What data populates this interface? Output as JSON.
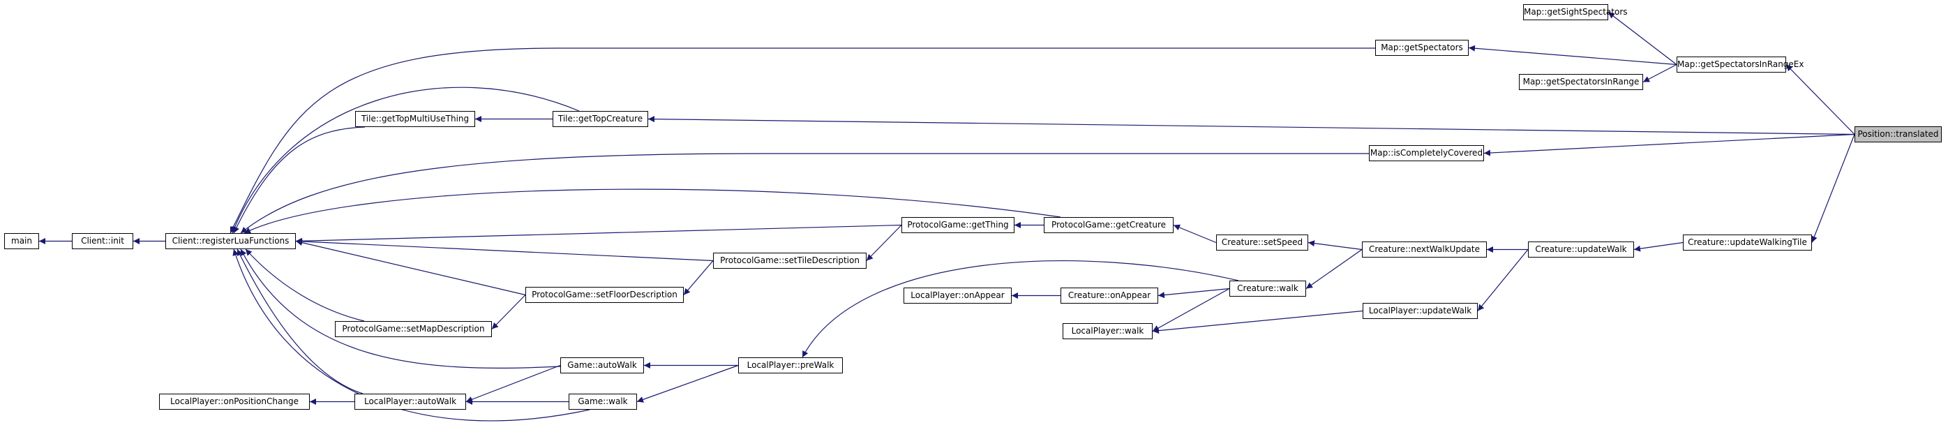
{
  "graph": {
    "title": "",
    "colors": {
      "edge": "#191970",
      "node_border": "#000000",
      "node_fill": "#ffffff",
      "root_fill": "#bfbfbf",
      "text": "#000000"
    },
    "nodes": [
      {
        "id": "position-translated",
        "label": "Position::translated",
        "root": true
      },
      {
        "id": "map-getsightspectators",
        "label": "Map::getSightSpectators"
      },
      {
        "id": "map-getspectatorsinrangeex",
        "label": "Map::getSpectatorsInRangeEx"
      },
      {
        "id": "map-getspectators",
        "label": "Map::getSpectators"
      },
      {
        "id": "map-getspectatorsinrange",
        "label": "Map::getSpectatorsInRange"
      },
      {
        "id": "tile-gettopcreature",
        "label": "Tile::getTopCreature"
      },
      {
        "id": "tile-gettopmultiusething",
        "label": "Tile::getTopMultiUseThing"
      },
      {
        "id": "map-iscompletelycovered",
        "label": "Map::isCompletelyCovered"
      },
      {
        "id": "main",
        "label": "main"
      },
      {
        "id": "client-init",
        "label": "Client::init"
      },
      {
        "id": "client-registerluafunctions",
        "label": "Client::registerLuaFunctions"
      },
      {
        "id": "protocolgame-getthing",
        "label": "ProtocolGame::getThing"
      },
      {
        "id": "protocolgame-getcreature",
        "label": "ProtocolGame::getCreature"
      },
      {
        "id": "creature-setspeed",
        "label": "Creature::setSpeed"
      },
      {
        "id": "creature-nextwalkupdate",
        "label": "Creature::nextWalkUpdate"
      },
      {
        "id": "creature-updatewalk",
        "label": "Creature::updateWalk"
      },
      {
        "id": "creature-updatewalkingtile",
        "label": "Creature::updateWalkingTile"
      },
      {
        "id": "protocolgame-settiledescription",
        "label": "ProtocolGame::setTileDescription"
      },
      {
        "id": "creature-walk",
        "label": "Creature::walk"
      },
      {
        "id": "localplayer-onappear",
        "label": "LocalPlayer::onAppear"
      },
      {
        "id": "creature-onappear",
        "label": "Creature::onAppear"
      },
      {
        "id": "protocolgame-setfloordescription",
        "label": "ProtocolGame::setFloorDescription"
      },
      {
        "id": "localplayer-updatewalk",
        "label": "LocalPlayer::updateWalk"
      },
      {
        "id": "localplayer-walk",
        "label": "LocalPlayer::walk"
      },
      {
        "id": "protocolgame-setmapdescription",
        "label": "ProtocolGame::setMapDescription"
      },
      {
        "id": "game-autowalk",
        "label": "Game::autoWalk"
      },
      {
        "id": "localplayer-prewalk",
        "label": "LocalPlayer::preWalk"
      },
      {
        "id": "localplayer-onpositionchange",
        "label": "LocalPlayer::onPositionChange"
      },
      {
        "id": "localplayer-autowalk",
        "label": "LocalPlayer::autoWalk"
      },
      {
        "id": "game-walk",
        "label": "Game::walk"
      }
    ],
    "edges": [
      [
        "map-getsightspectators",
        "map-getspectatorsinrangeex"
      ],
      [
        "map-getspectators",
        "map-getspectatorsinrangeex"
      ],
      [
        "map-getspectatorsinrange",
        "map-getspectatorsinrangeex"
      ],
      [
        "map-getspectatorsinrangeex",
        "position-translated"
      ],
      [
        "tile-gettopcreature",
        "position-translated"
      ],
      [
        "map-iscompletelycovered",
        "position-translated"
      ],
      [
        "creature-updatewalkingtile",
        "position-translated"
      ],
      [
        "creature-updatewalk",
        "creature-updatewalkingtile"
      ],
      [
        "creature-nextwalkupdate",
        "creature-updatewalk"
      ],
      [
        "localplayer-updatewalk",
        "creature-updatewalk"
      ],
      [
        "creature-setspeed",
        "creature-nextwalkupdate"
      ],
      [
        "creature-walk",
        "creature-nextwalkupdate"
      ],
      [
        "protocolgame-getcreature",
        "creature-setspeed"
      ],
      [
        "localplayer-walk",
        "localplayer-updatewalk"
      ],
      [
        "creature-onappear",
        "creature-walk"
      ],
      [
        "localplayer-walk",
        "creature-walk"
      ],
      [
        "localplayer-prewalk",
        "creature-walk"
      ],
      [
        "localplayer-onappear",
        "creature-onappear"
      ],
      [
        "protocolgame-getthing",
        "protocolgame-getcreature"
      ],
      [
        "client-registerluafunctions",
        "protocolgame-getcreature"
      ],
      [
        "client-registerluafunctions",
        "protocolgame-getthing"
      ],
      [
        "protocolgame-settiledescription",
        "protocolgame-getthing"
      ],
      [
        "client-registerluafunctions",
        "protocolgame-settiledescription"
      ],
      [
        "protocolgame-setfloordescription",
        "protocolgame-settiledescription"
      ],
      [
        "client-registerluafunctions",
        "protocolgame-setfloordescription"
      ],
      [
        "protocolgame-setmapdescription",
        "protocolgame-setfloordescription"
      ],
      [
        "client-registerluafunctions",
        "protocolgame-setmapdescription"
      ],
      [
        "game-autowalk",
        "localplayer-prewalk"
      ],
      [
        "game-walk",
        "localplayer-prewalk"
      ],
      [
        "client-registerluafunctions",
        "game-autowalk"
      ],
      [
        "localplayer-autowalk",
        "game-autowalk"
      ],
      [
        "client-registerluafunctions",
        "game-walk"
      ],
      [
        "localplayer-autowalk",
        "game-walk"
      ],
      [
        "client-registerluafunctions",
        "localplayer-autowalk"
      ],
      [
        "localplayer-onpositionchange",
        "localplayer-autowalk"
      ],
      [
        "client-registerluafunctions",
        "tile-gettopmultiusething"
      ],
      [
        "client-registerluafunctions",
        "tile-gettopcreature"
      ],
      [
        "tile-gettopmultiusething",
        "tile-gettopcreature"
      ],
      [
        "client-registerluafunctions",
        "map-getspectators"
      ],
      [
        "client-registerluafunctions",
        "map-iscompletelycovered"
      ],
      [
        "client-init",
        "client-registerluafunctions"
      ],
      [
        "main",
        "client-init"
      ]
    ]
  }
}
